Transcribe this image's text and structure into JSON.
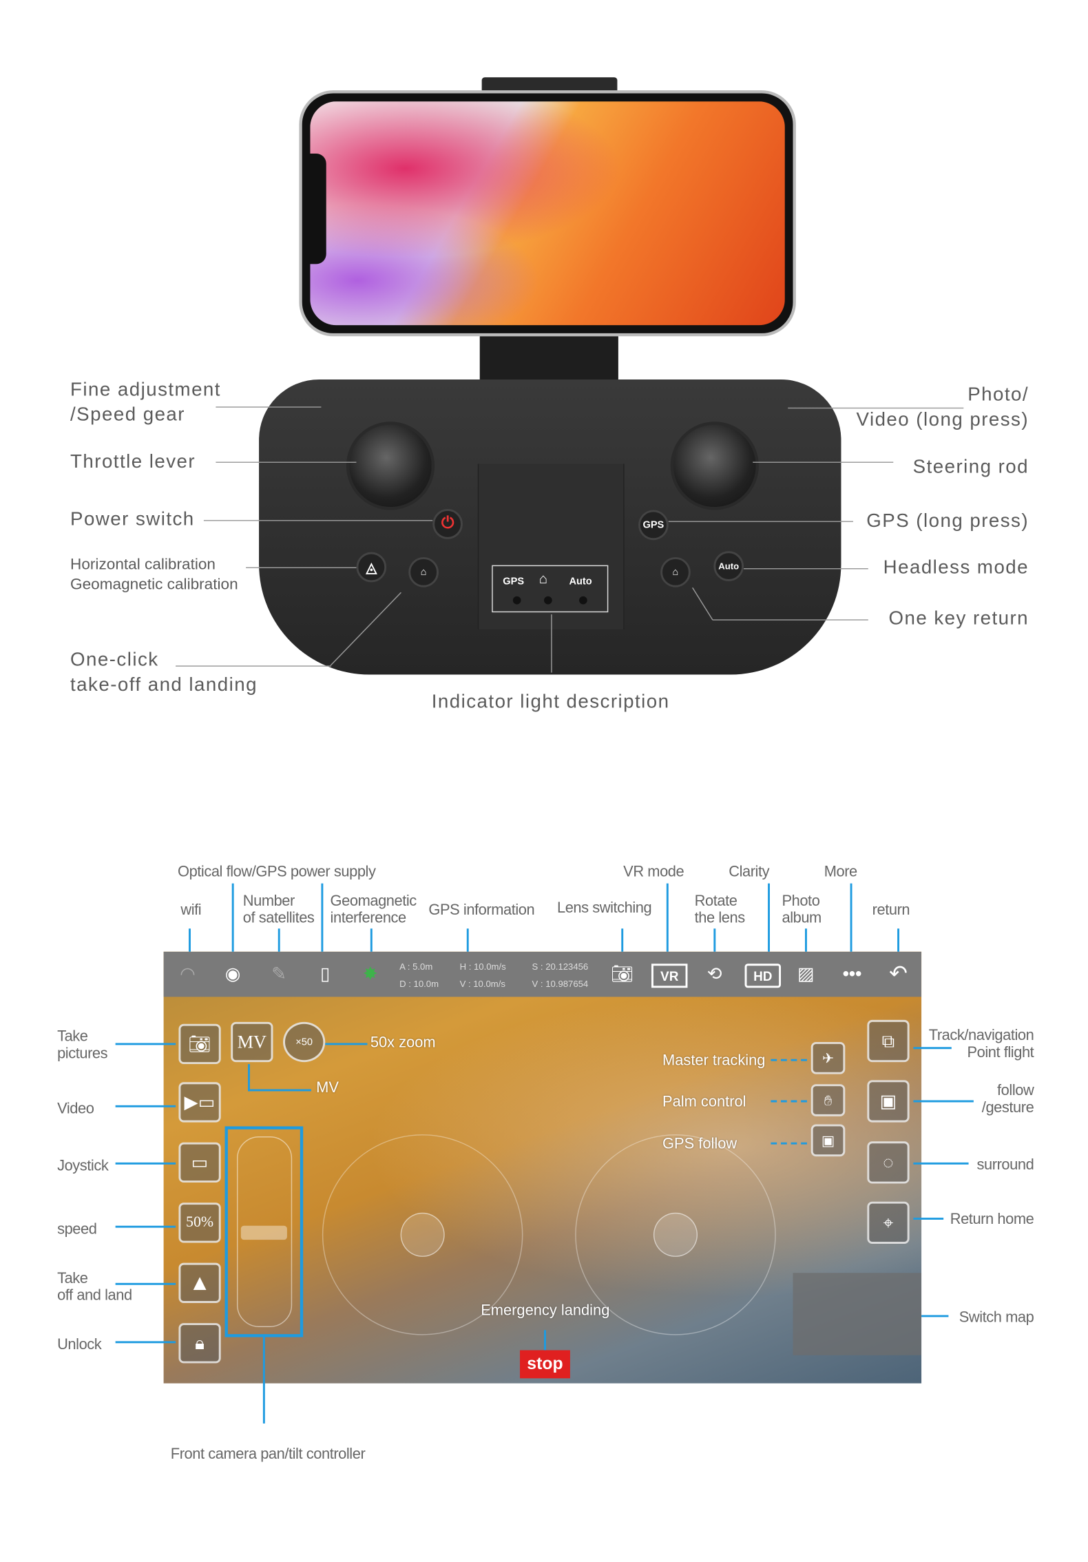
{
  "controller": {
    "labels_left": {
      "fine_adjustment": "Fine adjustment\n/Speed gear",
      "throttle": "Throttle lever",
      "power": "Power switch",
      "calibration": "Horizontal calibration\nGeomagnetic calibration",
      "takeoff": "One-click\ntake-off and landing"
    },
    "labels_right": {
      "photo_video": "Photo/\nVideo (long press)",
      "steering": "Steering rod",
      "gps": "GPS (long press)",
      "headless": "Headless mode",
      "return": "One key return"
    },
    "indicator_label": "Indicator light description",
    "indicator_items": [
      "GPS",
      "Auto"
    ],
    "buttons": {
      "gps": "GPS",
      "auto": "Auto"
    }
  },
  "app": {
    "top_labels": {
      "optical_flow": "Optical flow/GPS power supply",
      "vr_mode": "VR mode",
      "clarity": "Clarity",
      "more": "More",
      "wifi": "wifi",
      "satellites": "Number\nof satellites",
      "geomagnetic": "Geomagnetic\ninterference",
      "gps_info": "GPS information",
      "lens_switching": "Lens switching",
      "rotate_lens": "Rotate\nthe lens",
      "photo_album": "Photo\nalbum",
      "return": "return"
    },
    "telemetry": {
      "a": "A : 5.0m\nD : 10.0m",
      "h": "H : 10.0m/s\nV : 10.0m/s",
      "s": "S : 20.123456\nV : 10.987654"
    },
    "topbar_buttons": {
      "vr": "VR",
      "hd": "HD"
    },
    "left_labels": {
      "take_pictures": "Take\npictures",
      "video": "Video",
      "joystick": "Joystick",
      "speed": "speed",
      "takeoff": "Take\noff and land",
      "unlock": "Unlock"
    },
    "speed_value": "50%",
    "mv_button": "MV",
    "zoom_button": "×50",
    "zoom_label": "50x zoom",
    "mv_label": "MV",
    "modes": [
      "Master tracking",
      "Palm control",
      "GPS follow"
    ],
    "right_labels": {
      "track": "Track/navigation\nPoint flight",
      "follow": "follow\n/gesture",
      "surround": "surround",
      "return_home": "Return home",
      "switch_map": "Switch map"
    },
    "emergency_label": "Emergency landing",
    "stop_label": "stop",
    "pan_tilt_label": "Front camera pan/tilt controller",
    "colors": {
      "annotation": "#1e9be0",
      "stop": "#e02020",
      "status_green": "#3db34a"
    }
  }
}
